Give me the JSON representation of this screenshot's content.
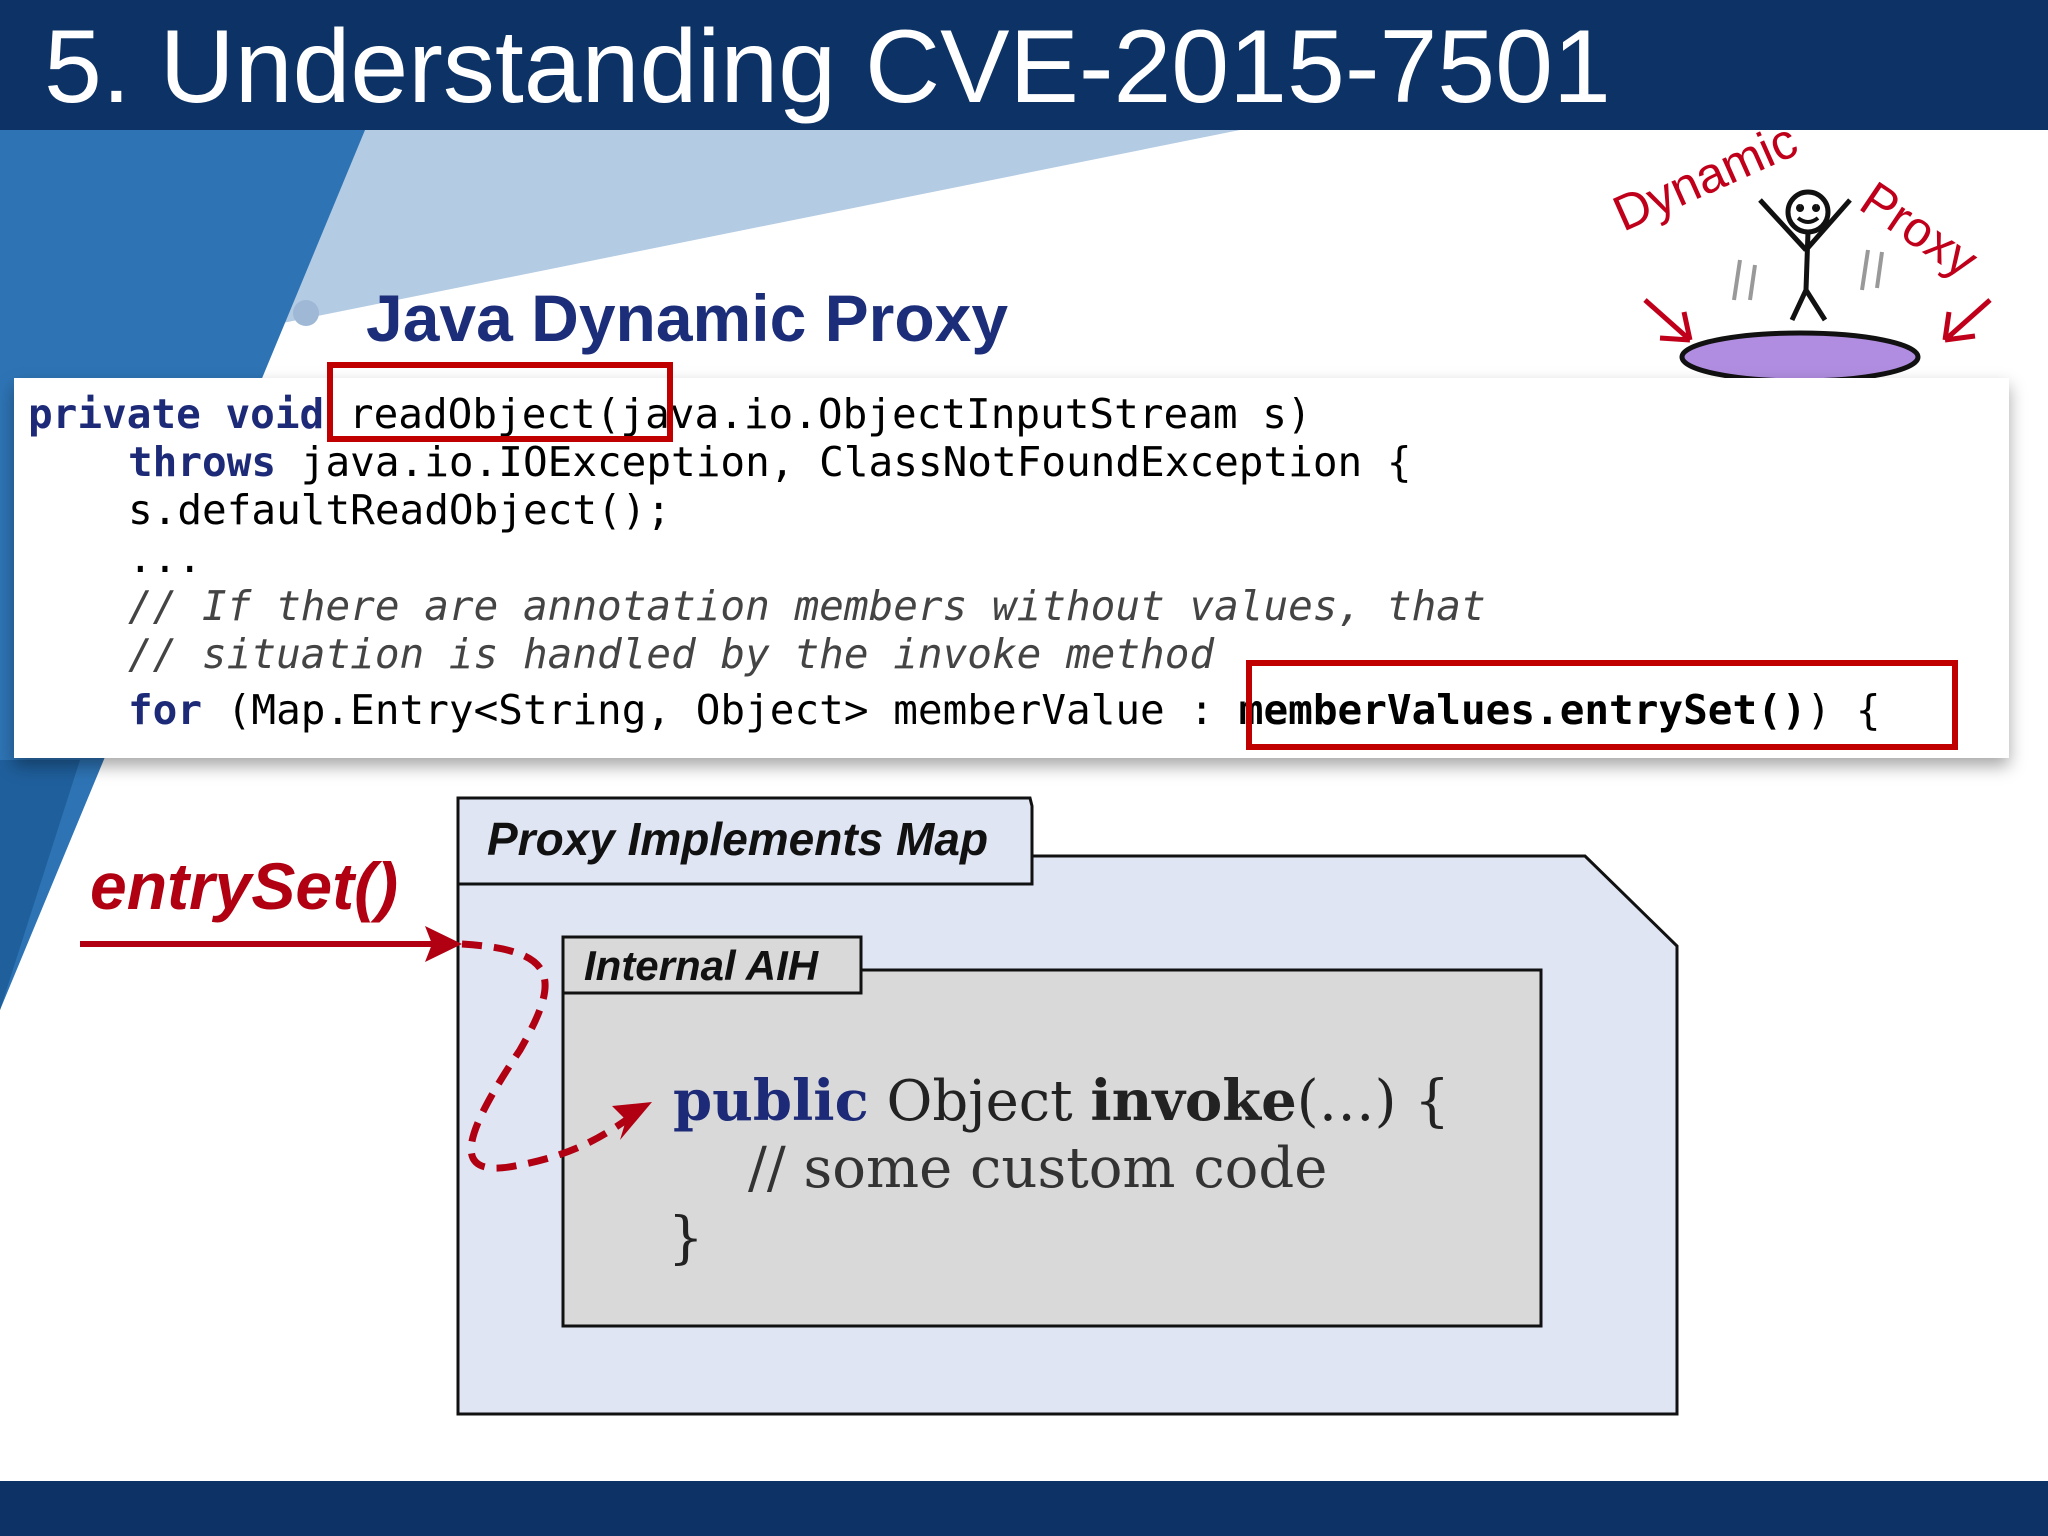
{
  "slide": {
    "title": "5. Understanding CVE-2015-7501",
    "bullet_heading": "Java Dynamic Proxy"
  },
  "cartoon": {
    "word1": "Dynamic",
    "word2": "Proxy"
  },
  "code": {
    "line1": {
      "kw": "private void",
      "rest": " readObject(java.io.ObjectInputStream s)"
    },
    "line2": {
      "kw": "throws",
      "rest": " java.io.IOException, ClassNotFoundException {"
    },
    "line3": "s.defaultReadObject();",
    "line4": "...",
    "line5": "// If there are annotation members without values, that",
    "line6": "// situation is handled by the invoke method",
    "line7": {
      "kw": "for",
      "mid": " (Map.Entry<String, Object> memberValue : ",
      "strong": "memberValues.entrySet()",
      "end": ") {"
    }
  },
  "diagram": {
    "call_label": "entrySet()",
    "outer_tab": "Proxy Implements Map",
    "inner_tab": "Internal AIH",
    "invoke": {
      "kw": "public",
      "type": " Object ",
      "name": "invoke",
      "args": "(…) {"
    },
    "comment": "// some custom code",
    "close": "}"
  },
  "colors": {
    "title_bar": "#0d3366",
    "heading": "#1c2e7a",
    "highlight_red": "#c00000",
    "outer_box_fill": "#dfe5f3",
    "inner_box_fill": "#d9d9d9"
  }
}
